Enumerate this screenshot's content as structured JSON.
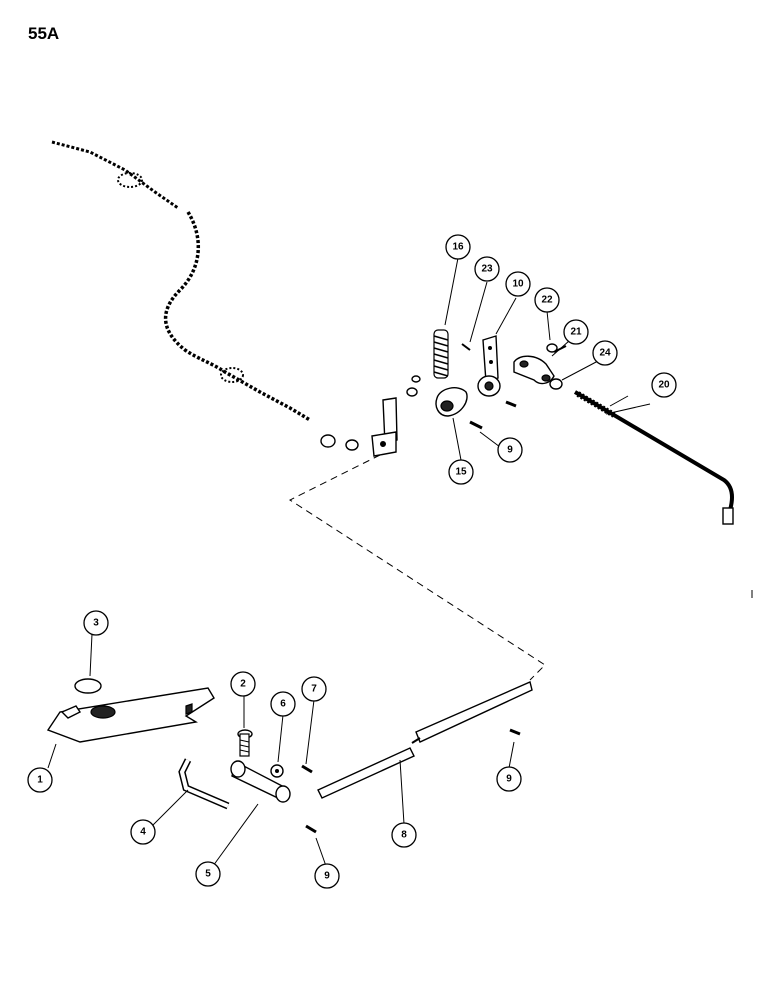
{
  "page": {
    "label": "55A"
  },
  "callouts": [
    {
      "id": "c1",
      "label": "1"
    },
    {
      "id": "c2",
      "label": "2"
    },
    {
      "id": "c3",
      "label": "3"
    },
    {
      "id": "c4",
      "label": "4"
    },
    {
      "id": "c5",
      "label": "5"
    },
    {
      "id": "c6",
      "label": "6"
    },
    {
      "id": "c7",
      "label": "7"
    },
    {
      "id": "c8",
      "label": "8"
    },
    {
      "id": "c9a",
      "label": "9"
    },
    {
      "id": "c9b",
      "label": "9"
    },
    {
      "id": "c9c",
      "label": "9"
    },
    {
      "id": "c10",
      "label": "10"
    },
    {
      "id": "c15",
      "label": "15"
    },
    {
      "id": "c16",
      "label": "16"
    },
    {
      "id": "c20",
      "label": "20"
    },
    {
      "id": "c21",
      "label": "21"
    },
    {
      "id": "c22",
      "label": "22"
    },
    {
      "id": "c23",
      "label": "23"
    },
    {
      "id": "c24",
      "label": "24"
    }
  ]
}
